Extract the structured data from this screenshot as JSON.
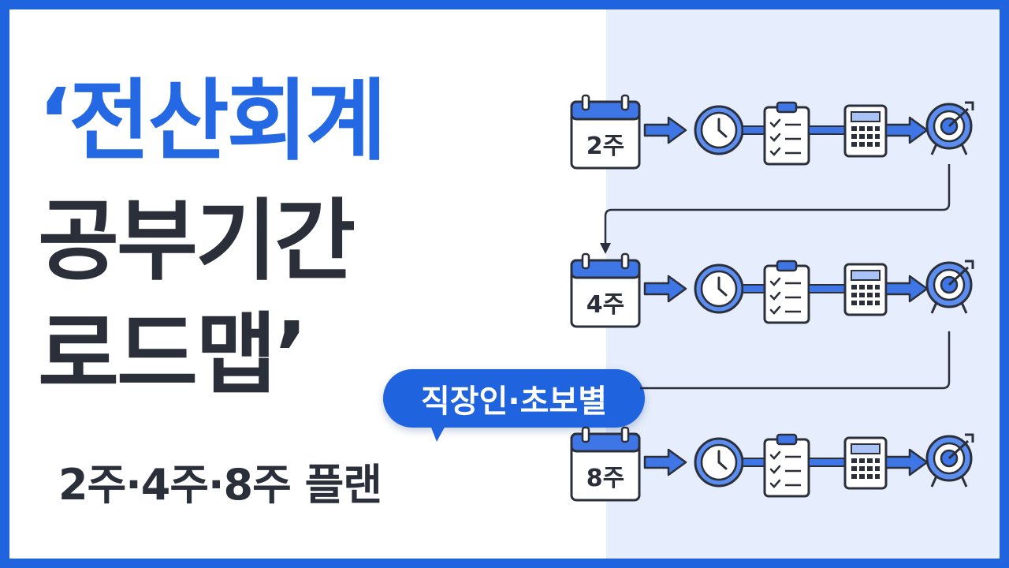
{
  "title": {
    "line1": "‘전산회계",
    "line2": "공부기간",
    "line3": "로드맵’"
  },
  "badge": "직장인·초보별",
  "subtitle": "2주·4주·8주 플랜",
  "roadmap": {
    "rows": [
      {
        "week": "2주"
      },
      {
        "week": "4주"
      },
      {
        "week": "8주"
      }
    ],
    "steps": [
      "calendar-icon",
      "clock-icon",
      "checklist-icon",
      "calculator-icon",
      "target-icon"
    ]
  },
  "colors": {
    "accent": "#1f63de",
    "text_dark": "#2a2f3a",
    "panel_bg": "#e6edfc",
    "arrow": "#3f76e6"
  }
}
